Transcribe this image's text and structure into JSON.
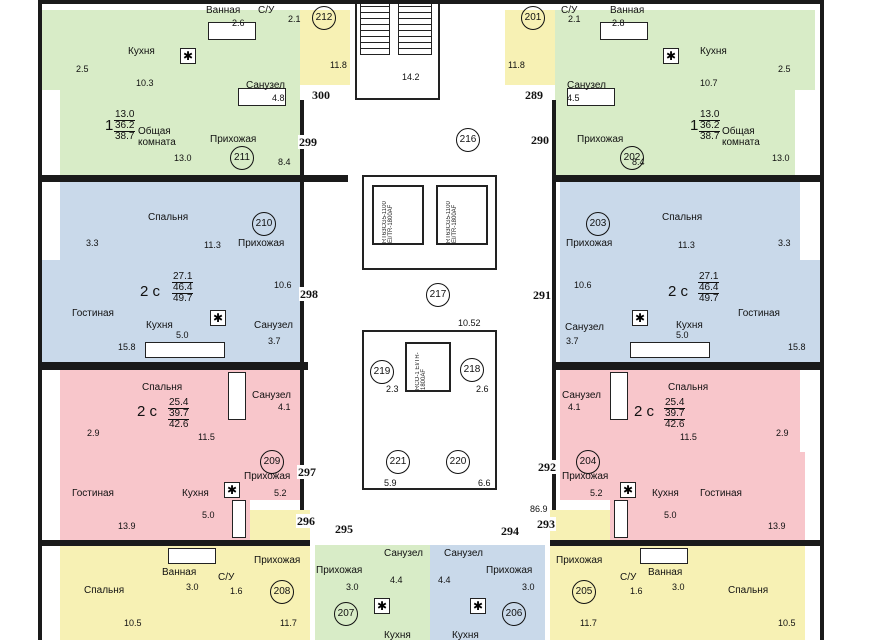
{
  "colors": {
    "green": "#d8ecc7",
    "blue": "#c9d9ea",
    "pink": "#f8c6cb",
    "yellow": "#f7f1b4",
    "wall": "#1a1a1a"
  },
  "apts": {
    "a211": {
      "kitchen": "Кухня",
      "kitchen_area": "10.3",
      "bath": "Ванная",
      "bath_area": "2.6",
      "wc": "С/У",
      "wc_area": "2.1",
      "san": "Санузел",
      "san_area": "4.8",
      "hall": "Прихожая",
      "hall_area": "8.4",
      "num": "211",
      "living": "Общая комната",
      "living_area": "13.0",
      "rooms": "1",
      "s1": "13.0",
      "s2": "36.2",
      "s3": "38.7",
      "balcony_area": "2.5"
    },
    "a202": {
      "kitchen": "Кухня",
      "kitchen_area": "10.7",
      "bath": "Ванная",
      "bath_area": "2.8",
      "wc": "С/У",
      "wc_area": "2.1",
      "san": "Санузел",
      "san_area": "4.5",
      "hall": "Прихожая",
      "hall_area": "8.4",
      "num": "202",
      "living": "Общая комната",
      "living_area": "13.0",
      "rooms": "1",
      "s1": "13.0",
      "s2": "36.2",
      "s3": "38.7",
      "balcony_area": "2.5"
    },
    "a210": {
      "bedroom": "Спальня",
      "bedroom_area": "11.3",
      "hall": "Прихожая",
      "hall_area": "10.6",
      "num": "210",
      "living": "Гостиная",
      "living_area": "15.8",
      "kitchen": "Кухня",
      "kitchen_area": "5.0",
      "san": "Санузел",
      "san_area": "3.7",
      "rooms": "2 с",
      "s1": "27.1",
      "s2": "46.4",
      "s3": "49.7",
      "balcony_area": "3.3"
    },
    "a203": {
      "bedroom": "Спальня",
      "bedroom_area": "11.3",
      "hall": "Прихожая",
      "hall_area": "10.6",
      "num": "203",
      "living": "Гостиная",
      "living_area": "15.8",
      "kitchen": "Кухня",
      "kitchen_area": "5.0",
      "san": "Санузел",
      "san_area": "3.7",
      "rooms": "2 с",
      "s1": "27.1",
      "s2": "46.4",
      "s3": "49.7",
      "balcony_area": "3.3"
    },
    "a209": {
      "bedroom": "Спальня",
      "bedroom_area": "11.5",
      "san": "Санузел",
      "san_area": "4.1",
      "hall": "Прихожая",
      "hall_area": "5.2",
      "num": "209",
      "living": "Гостиная",
      "living_area": "13.9",
      "kitchen": "Кухня",
      "kitchen_area": "5.0",
      "rooms": "2 с",
      "s1": "25.4",
      "s2": "39.7",
      "s3": "42.6",
      "balcony_area": "2.9"
    },
    "a204": {
      "bedroom": "Спальня",
      "bedroom_area": "11.5",
      "san": "Санузел",
      "san_area": "4.1",
      "hall": "Прихожая",
      "hall_area": "5.2",
      "num": "204",
      "living": "Гостиная",
      "living_area": "13.9",
      "kitchen": "Кухня",
      "kitchen_area": "5.0",
      "rooms": "2 с",
      "s1": "25.4",
      "s2": "39.7",
      "s3": "42.6",
      "balcony_area": "2.9"
    },
    "a208": {
      "bedroom": "Спальня",
      "bedroom_area": "10.5",
      "bath": "Ванная",
      "bath_area": "3.0",
      "wc": "С/У",
      "wc_area": "1.6",
      "hall": "Прихожая",
      "hall_area": "11.7",
      "num": "208"
    },
    "a205": {
      "bedroom": "Спальня",
      "bedroom_area": "10.5",
      "bath": "Ванная",
      "bath_area": "3.0",
      "wc": "С/У",
      "wc_area": "1.6",
      "hall": "Прихожая",
      "hall_area": "11.7",
      "num": "205"
    },
    "a207": {
      "hall": "Прихожая",
      "hall_area": "3.0",
      "san": "Санузел",
      "san_area": "4.4",
      "num": "207",
      "kitchen": "Кухня"
    },
    "a206": {
      "hall": "Прихожая",
      "hall_area": "3.0",
      "san": "Санузел",
      "san_area": "4.4",
      "num": "206",
      "kitchen": "Кухня"
    },
    "a212": {
      "num": "212",
      "area": "11.8"
    },
    "a201": {
      "num": "201",
      "area": "11.8"
    }
  },
  "common": {
    "r216": {
      "num": "216"
    },
    "r217": {
      "num": "217",
      "area": "10.52"
    },
    "r218": {
      "num": "218",
      "area": "2.6"
    },
    "r219": {
      "num": "219",
      "area": "2.3"
    },
    "r220": {
      "num": "220",
      "area": "6.6"
    },
    "r221": {
      "num": "221",
      "area": "5.9"
    },
    "stair_area": "14.2",
    "floor_total": "86.9"
  },
  "elevators": {
    "e1": "RT63CG5-1100 EI/TR-1800AF",
    "e2": "RT63CG5-1100 EI/TR-1800AF",
    "e3": "RCO-1 EI/TR-1800AF"
  },
  "doors": {
    "d300": "300",
    "d299": "299",
    "d298": "298",
    "d297": "297",
    "d296": "296",
    "d295": "295",
    "d289": "289",
    "d290": "290",
    "d291": "291",
    "d292": "292",
    "d293": "293",
    "d294": "294"
  }
}
